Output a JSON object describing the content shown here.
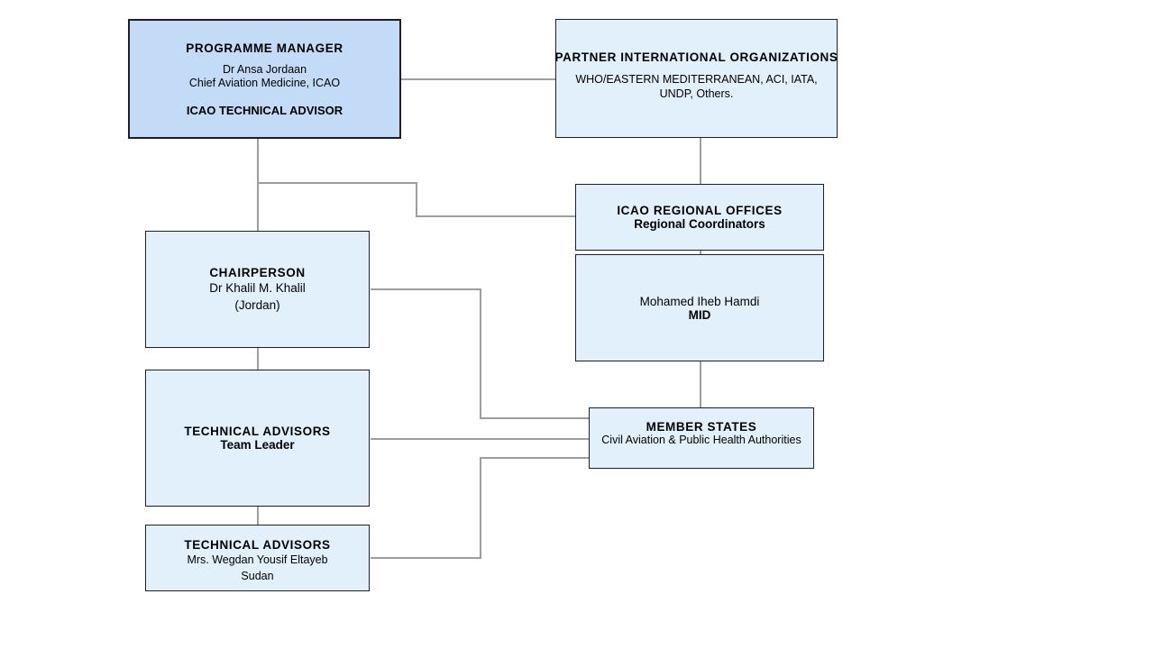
{
  "diagram": {
    "type": "organizational-chart",
    "colors": {
      "accent_fill": "#c4dbf8",
      "node_fill": "#e2f0fc",
      "node_border": "#1d1d2b",
      "connector": "#9a9a9a",
      "background": "#ffffff"
    },
    "nodes": [
      {
        "id": "programme-manager",
        "title": "PROGRAMME  MANAGER",
        "sub1": "Dr Ansa Jordaan",
        "sub2": "Chief Aviation  Medicine, ICAO",
        "role": "ICAO TECHNICAL  ADVISOR"
      },
      {
        "id": "partner-orgs",
        "title": "PARTNER  INTERNATIONAL   ORGANIZATIONS",
        "sub1": "WHO/EASTERN MEDITERRANEAN,  ACI, IATA,",
        "sub2": "UNDP, Others."
      },
      {
        "id": "regional-offices",
        "title": "ICAO REGIONAL  OFFICES",
        "sub1": "Regional Coordinators"
      },
      {
        "id": "mid",
        "sub1": "Mohamed  Iheb Hamdi",
        "sub2": "MID"
      },
      {
        "id": "chairperson",
        "title": "CHAIRPERSON",
        "sub1": "Dr Khalil M. Khalil",
        "sub2": "(Jordan)"
      },
      {
        "id": "technical-advisors-lead",
        "title": "TECHNICAL  ADVISORS",
        "sub1": "Team Leader"
      },
      {
        "id": "technical-advisors-sudan",
        "title": "TECHNICAL  ADVISORS",
        "sub1": "Mrs. Wegdan Yousif Eltayeb",
        "sub2": "Sudan"
      },
      {
        "id": "member-states",
        "title": "MEMBER  STATES",
        "sub1": "Civil  Aviation  & Public Health  Authorities"
      }
    ]
  }
}
